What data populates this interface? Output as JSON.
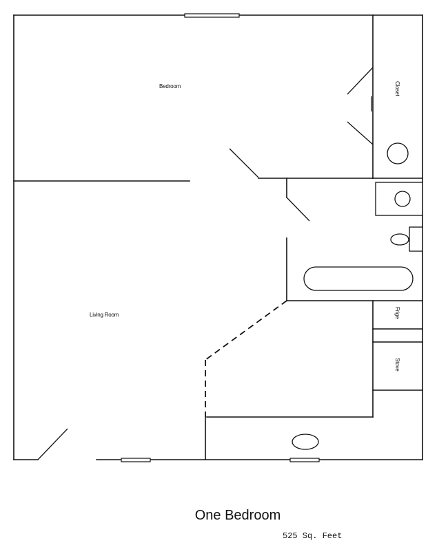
{
  "title": "One Bedroom",
  "area": "525 Sq. Feet",
  "rooms": {
    "bedroom": "Bedroom",
    "closet": "Closet",
    "living_room": "Living Room",
    "fridge": "Frige",
    "stove": "Stove"
  }
}
